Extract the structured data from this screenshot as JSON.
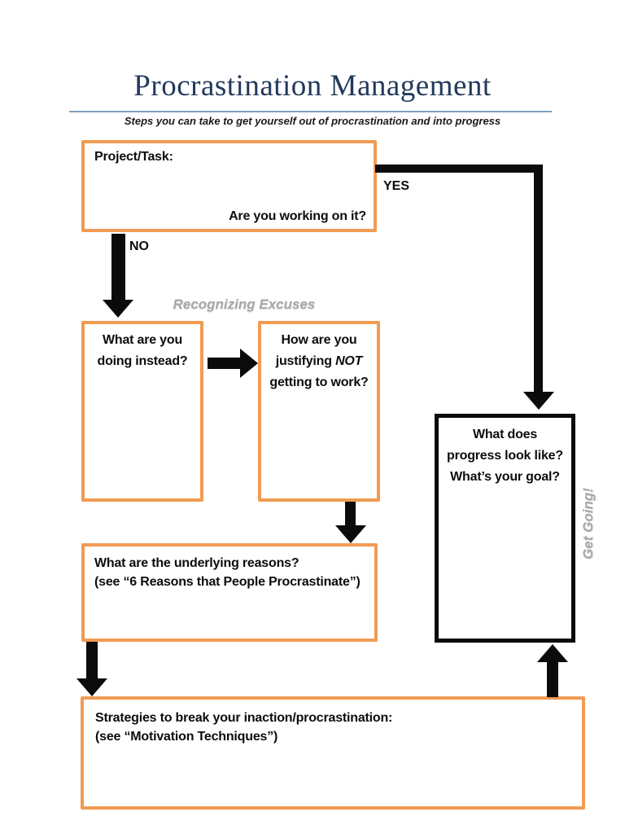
{
  "page": {
    "title": "Procrastination Management",
    "subtitle": "Steps you can take to get yourself out of procrastination and into progress"
  },
  "labels": {
    "yes": "YES",
    "no": "NO",
    "recognizing_excuses": "Recognizing Excuses",
    "get_going": "Get Going!"
  },
  "boxes": {
    "project_task": {
      "title": "Project/Task:",
      "question": "Are you working on it?"
    },
    "doing_instead": {
      "line1": "What are you",
      "line2": "doing instead?"
    },
    "justifying": {
      "line1": "How are you",
      "line2_pre": "justifying ",
      "line2_em": "NOT",
      "line3": "getting to work?"
    },
    "underlying_reasons": {
      "line1": "What are the underlying reasons?",
      "line2": "(see “6 Reasons that People Procrastinate”)"
    },
    "strategies": {
      "line1": "Strategies to break your inaction/procrastination:",
      "line2": "(see “Motivation Techniques”)"
    },
    "progress": {
      "line1": "What does",
      "line2": "progress look like?",
      "line3": "What’s your goal?"
    }
  },
  "colors": {
    "accent_orange": "#f19b53",
    "title_navy": "#22395c",
    "divider_blue": "#7e9dbe",
    "gray_label": "#a8a8a8",
    "arrow_black": "#0b0b0b"
  }
}
